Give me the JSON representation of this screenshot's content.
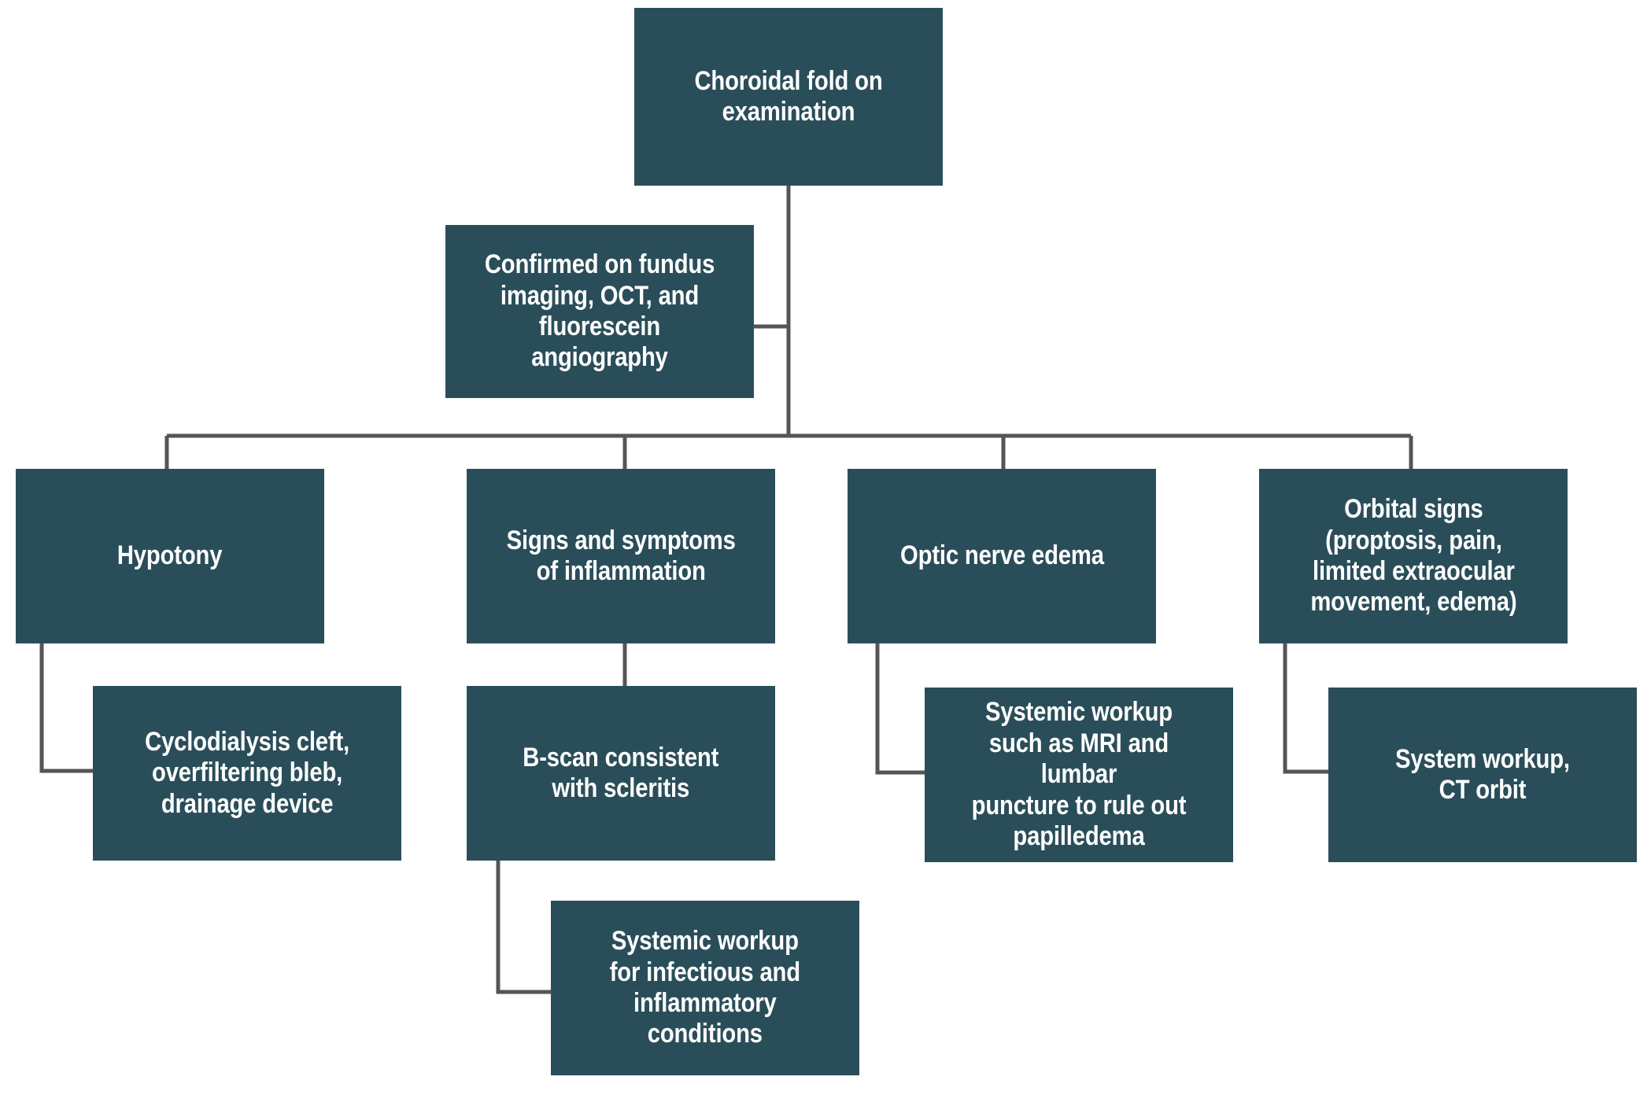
{
  "diagram": {
    "title": "Choroidal fold evaluation algorithm",
    "colors": {
      "node_fill": "#2a4e59",
      "node_text": "#ffffff",
      "connector": "#555558",
      "background": "#ffffff"
    },
    "nodes": {
      "root": {
        "id": "root",
        "label": "Choroidal fold on\nexamination"
      },
      "confirm": {
        "id": "confirm",
        "label": "Confirmed on fundus\nimaging, OCT, and\nfluorescein angiography"
      },
      "hypotony": {
        "id": "hypotony",
        "label": "Hypotony"
      },
      "inflammation": {
        "id": "inflammation",
        "label": "Signs and symptoms\nof inflammation"
      },
      "optic_edema": {
        "id": "optic_edema",
        "label": "Optic nerve edema"
      },
      "orbital_signs": {
        "id": "orbital_signs",
        "label": "Orbital signs\n(proptosis, pain,\nlimited extraocular\nmovement, edema)"
      },
      "cyclodialysis": {
        "id": "cyclodialysis",
        "label": "Cyclodialysis cleft,\noverfiltering bleb,\ndrainage device"
      },
      "bscan": {
        "id": "bscan",
        "label": "B-scan consistent\nwith scleritis"
      },
      "mri_workup": {
        "id": "mri_workup",
        "label": "Systemic workup\nsuch as MRI and lumbar\npuncture to rule out\npapilledema"
      },
      "ct_orbit": {
        "id": "ct_orbit",
        "label": "System workup,\nCT orbit"
      },
      "infl_workup": {
        "id": "infl_workup",
        "label": "Systemic workup\nfor infectious and\ninflammatory\nconditions"
      }
    },
    "edges": [
      {
        "from": "root",
        "to": "confirm"
      },
      {
        "from": "root",
        "to": "hypotony"
      },
      {
        "from": "root",
        "to": "inflammation"
      },
      {
        "from": "root",
        "to": "optic_edema"
      },
      {
        "from": "root",
        "to": "orbital_signs"
      },
      {
        "from": "hypotony",
        "to": "cyclodialysis"
      },
      {
        "from": "inflammation",
        "to": "bscan"
      },
      {
        "from": "optic_edema",
        "to": "mri_workup"
      },
      {
        "from": "orbital_signs",
        "to": "ct_orbit"
      },
      {
        "from": "bscan",
        "to": "infl_workup"
      }
    ]
  }
}
